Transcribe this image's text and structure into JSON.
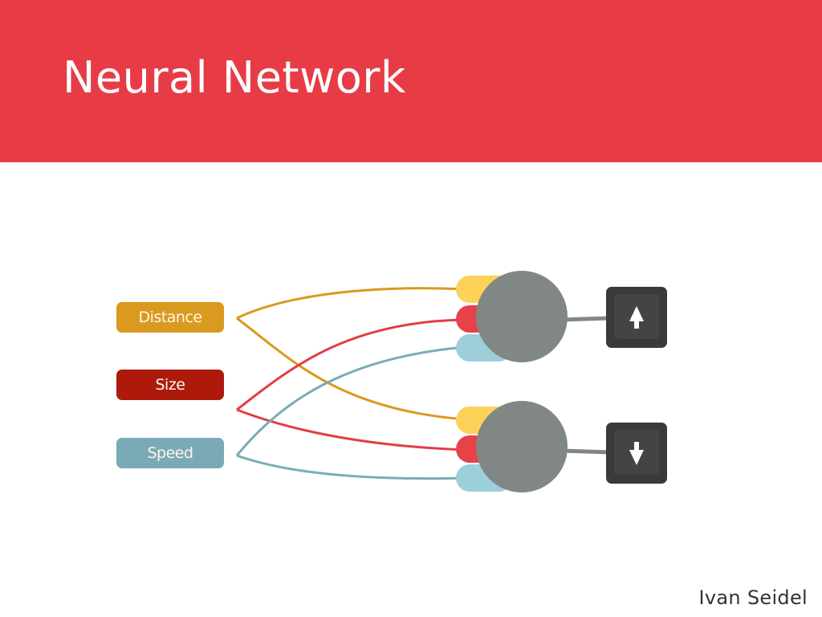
{
  "slide": {
    "title": "Neural Network",
    "author": "Ivan Seidel"
  },
  "inputs": [
    {
      "label": "Distance",
      "color": "#d99a1f"
    },
    {
      "label": "Size",
      "color": "#ad1a0c"
    },
    {
      "label": "Speed",
      "color": "#7aaab6"
    }
  ],
  "neurons": [
    {
      "output_icon": "arrow-up-key-icon"
    },
    {
      "output_icon": "arrow-down-key-icon"
    }
  ],
  "colors": {
    "header": "#e73c46",
    "neuron": "#818785",
    "key": "#3a3a3a",
    "weight_distance": "#fcd25a",
    "weight_size": "#e7414a",
    "weight_speed": "#9ccfda",
    "line_distance": "#d99a1f",
    "line_size": "#e23d45",
    "line_speed": "#79acb7"
  }
}
